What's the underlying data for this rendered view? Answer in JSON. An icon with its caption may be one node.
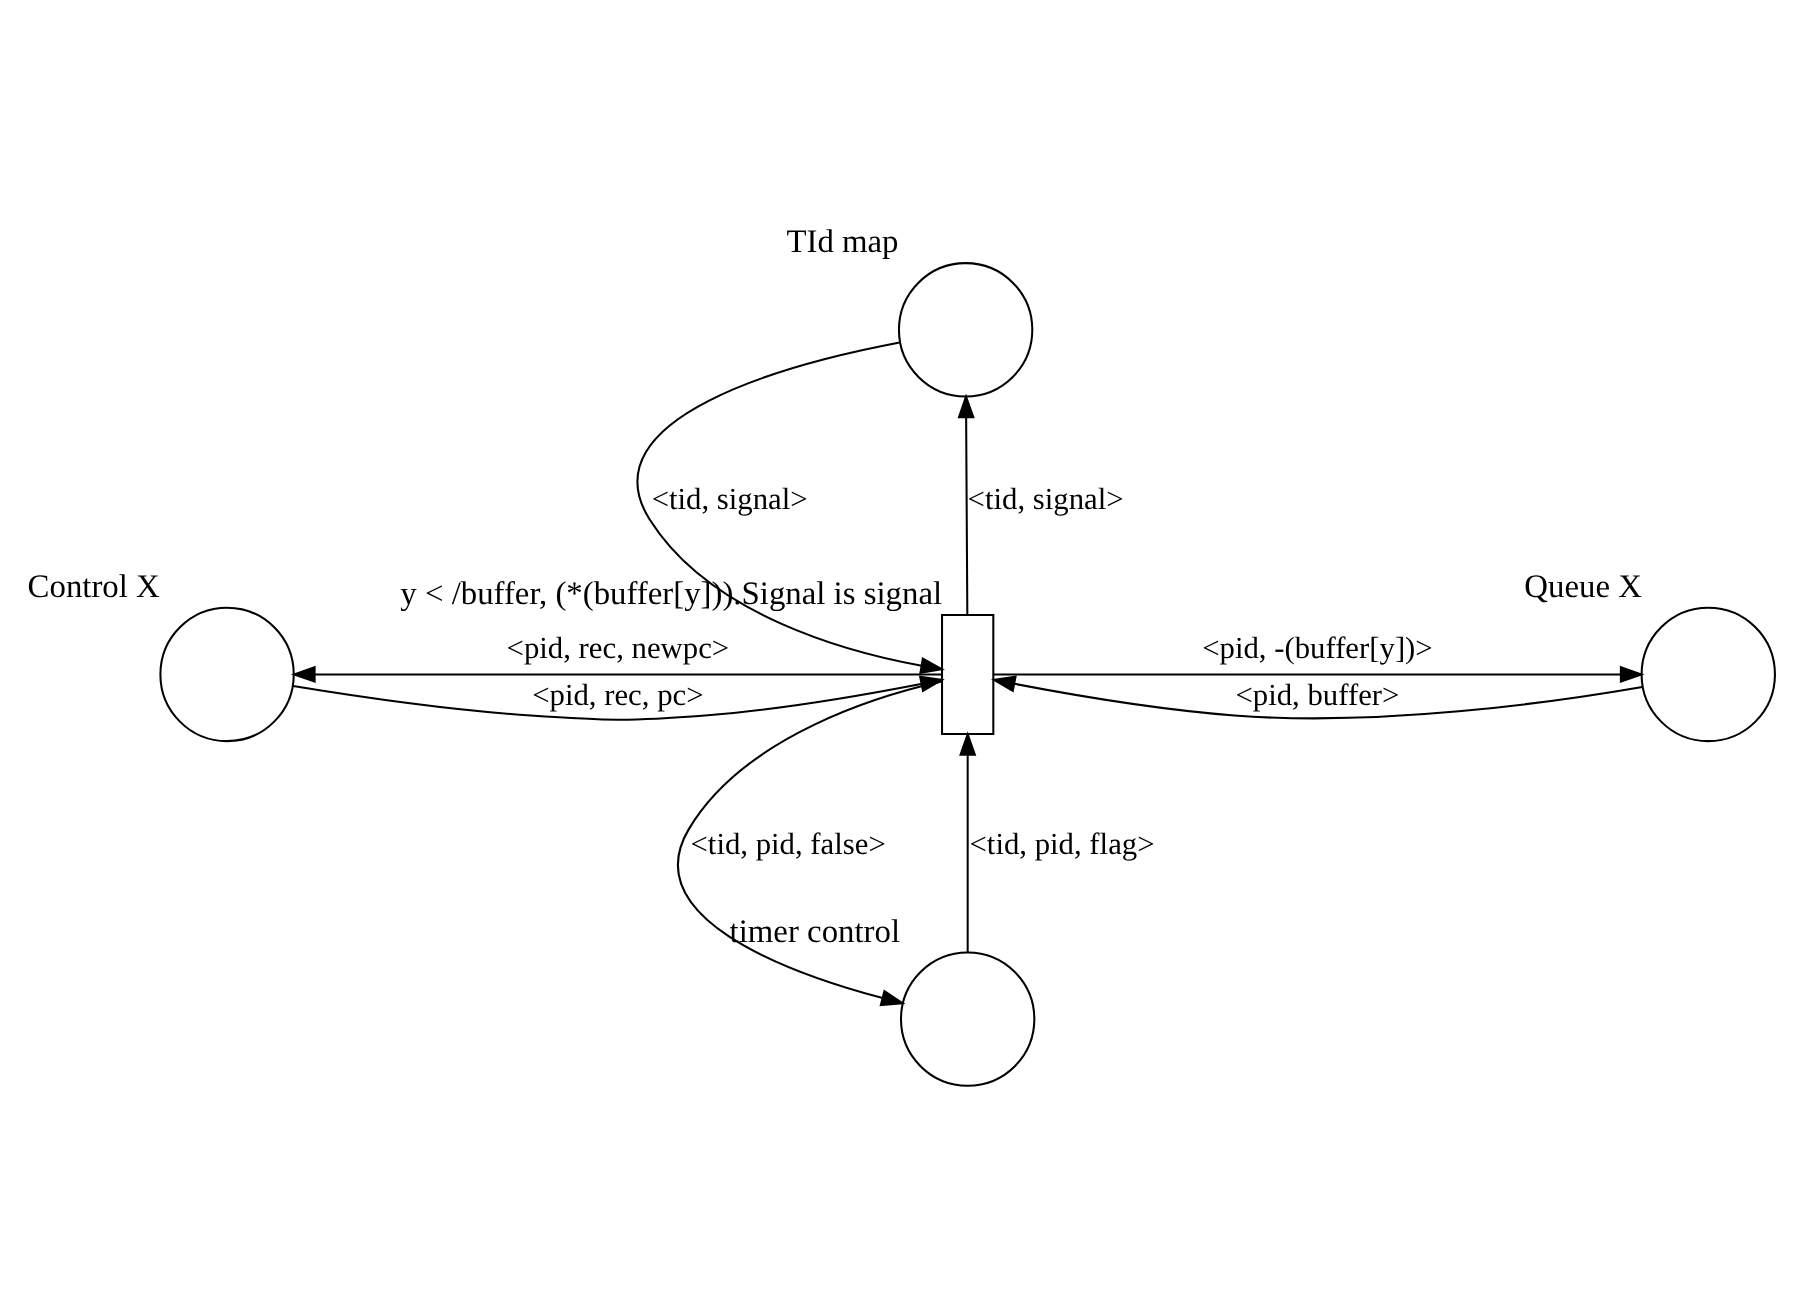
{
  "diagram": {
    "nodes": [
      {
        "text": [
          "TId map"
        ]
      },
      {
        "text": [
          "Control X"
        ]
      },
      {
        "text": [],
        "shape": "box",
        "beside": [
          "y < /buffer, (*(buffer[y])).Signal is signal"
        ]
      },
      {
        "text": [
          "Queue X"
        ]
      },
      {
        "text": [
          "timer control"
        ]
      }
    ],
    "edges": [
      {
        "from": 0,
        "to": 2,
        "arrow": "to",
        "label": "<tid, signal>"
      },
      {
        "from": 2,
        "to": 0,
        "arrow": "to",
        "label": "<tid, signal>"
      },
      {
        "from": 1,
        "to": 2,
        "arrow": "to",
        "label": "<pid, rec, pc>"
      },
      {
        "from": 2,
        "to": 1,
        "arrow": "to",
        "label": "<pid, rec, newpc>"
      },
      {
        "from": 3,
        "to": 2,
        "arrow": "to",
        "label": "<pid, buffer>"
      },
      {
        "from": 2,
        "to": 3,
        "arrow": "to",
        "label": "<pid, -(buffer[y])>"
      },
      {
        "from": 4,
        "to": 2,
        "arrow": "to",
        "label": "<tid, pid, flag>"
      },
      {
        "from": 2,
        "to": 4,
        "arrow": "to",
        "label": "<tid, pid, false>"
      }
    ]
  }
}
